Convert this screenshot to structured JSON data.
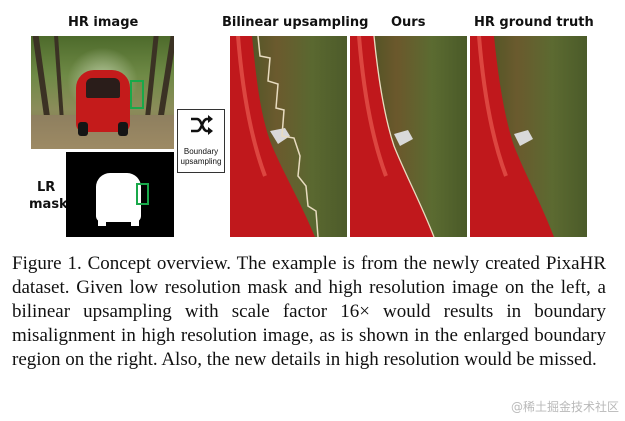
{
  "labels": {
    "hr_image": "HR image",
    "lr_mask_line1": "LR",
    "lr_mask_line2": "mask",
    "bilinear": "Bilinear upsampling",
    "ours": "Ours",
    "hr_ground_truth": "HR ground truth",
    "boundary_line1": "Boundary",
    "boundary_line2": "upsampling"
  },
  "icons": {
    "boundary": "shuffle-icon"
  },
  "colors": {
    "highlight_box": "#19a84a",
    "car_red": "#c41b1b",
    "outline": "#e8dcc0"
  },
  "caption": "Figure 1. Concept overview. The example is from the newly created PixaHR dataset. Given low resolution mask and high resolution image on the left, a bilinear upsampling with scale factor 16× would results in boundary misalignment in high resolution image, as is shown in the enlarged boundary region on the right. Also, the new details in high resolution would be missed.",
  "watermark": "@稀土掘金技术社区"
}
